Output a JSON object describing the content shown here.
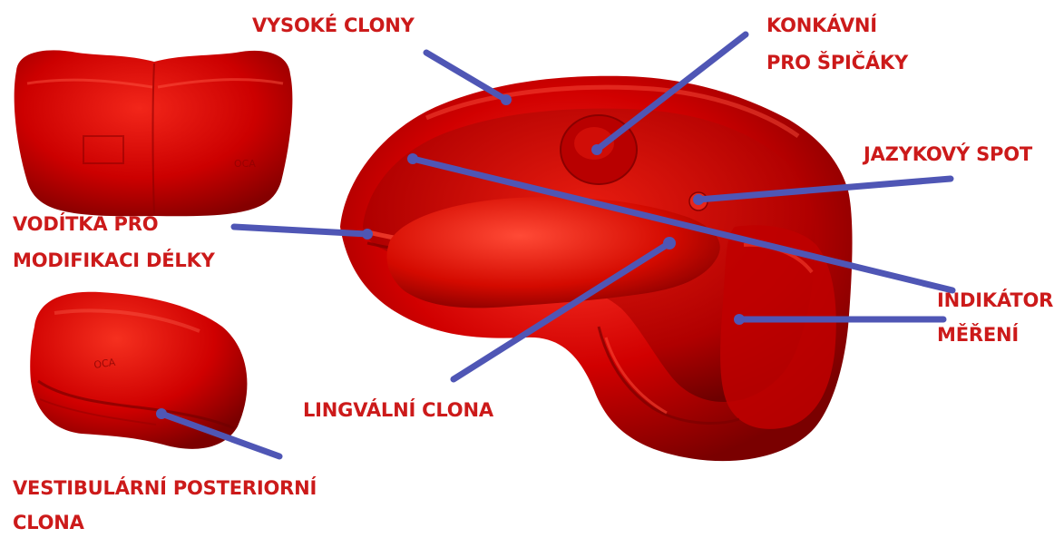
{
  "colors": {
    "label": "#cc1a1a",
    "leader": "#4f56b5",
    "guard": "#d10000",
    "guard_dark": "#7a0000",
    "guard_light": "#ff3b2b"
  },
  "labels": {
    "vysoke_clony": "VYSOKÉ CLONY",
    "konkavni_1": "KONKÁVNÍ",
    "konkavni_2": "PRO ŠPIČÁKY",
    "jazykovy_spot": "JAZYKOVÝ SPOT",
    "voditka_1": "VODÍTKA PRO",
    "voditka_2": "MODIFIKACI DÉLKY",
    "indikator_1": "INDIKÁTOR",
    "indikator_2": "MĚŘENÍ",
    "lingvalni": "LINGVÁLNÍ CLONA",
    "vestibularni_1": "VESTIBULÁRNÍ POSTERIORNÍ",
    "vestibularni_2": "CLONA"
  },
  "logo_marks": {
    "front_guard": "OCA",
    "side_guard": "OCA"
  }
}
